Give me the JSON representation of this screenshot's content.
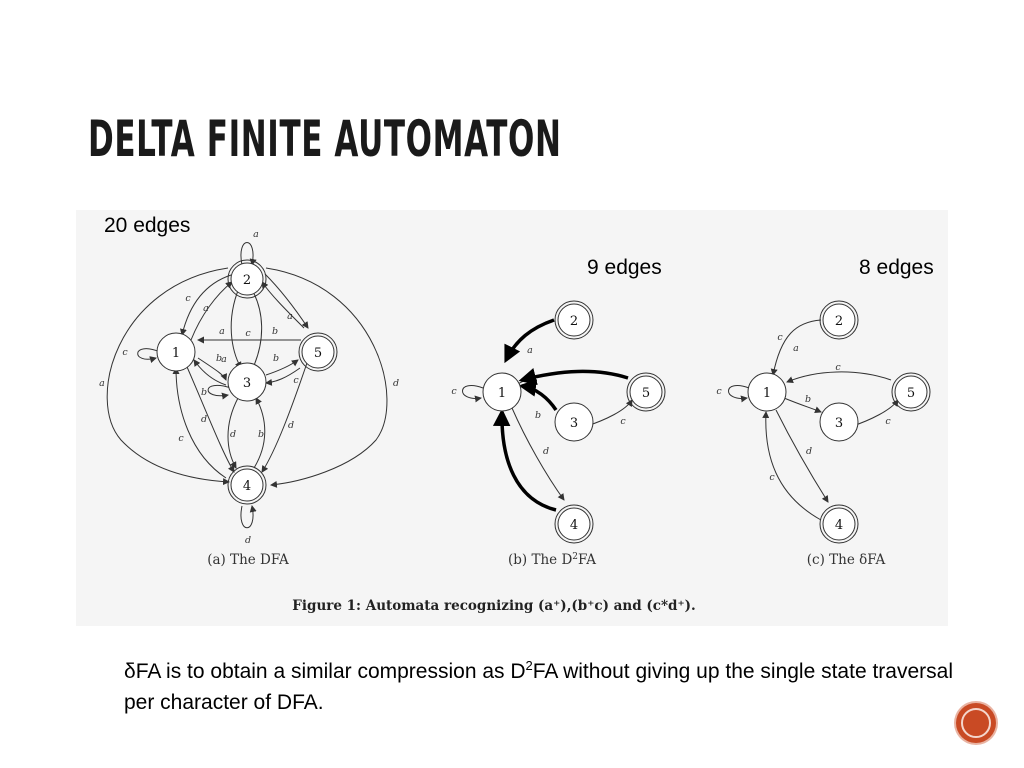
{
  "slide": {
    "title": "DELTA FINITE AUTOMATON",
    "body_prefix": "δFA is to obtain a similar compression as D",
    "body_sup": "2",
    "body_suffix": "FA without giving up the single state traversal per character of DFA."
  },
  "annotations": {
    "dfa_edges": "20 edges",
    "d2fa_edges": "9 edges",
    "deltafa_edges": "8 edges"
  },
  "figure": {
    "caption_dfa": "(a) The DFA",
    "caption_d2fa_prefix": "(b) The D",
    "caption_d2fa_sup": "2",
    "caption_d2fa_suffix": "FA",
    "caption_deltafa": "(c) The δFA",
    "main_caption": "Figure 1: Automata recognizing (a⁺),(b⁺c) and (c*d⁺).",
    "states": [
      "1",
      "2",
      "3",
      "4",
      "5"
    ],
    "edge_labels": [
      "a",
      "b",
      "c",
      "d"
    ]
  },
  "colors": {
    "accent": "#c94a24",
    "figure_bg": "#f5f5f5"
  }
}
